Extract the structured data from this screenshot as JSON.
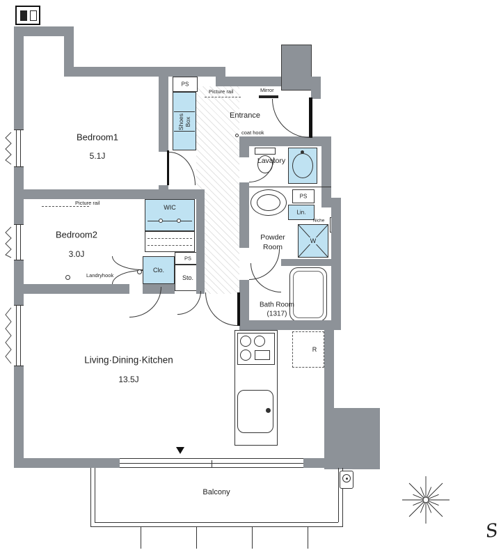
{
  "colors": {
    "wall_gray": "#8d9298",
    "fixture_cyan": "#bfe2f2",
    "line": "#333333"
  },
  "unit": {
    "bedroom1": {
      "name": "Bedroom1",
      "size": "5.1J"
    },
    "bedroom2": {
      "name": "Bedroom2",
      "size": "3.0J"
    },
    "ldk": {
      "name": "Living·Dining·Kitchen",
      "size": "13.5J"
    },
    "entrance": "Entrance",
    "lavatory": "Lavatory",
    "powder_room": {
      "line1": "Powder",
      "line2": "Room"
    },
    "bath_room": {
      "name": "Bath Room",
      "size": "(1317)"
    },
    "balcony": "Balcony",
    "wic": "WIC",
    "closet": "Clo.",
    "storage": "Sto.",
    "shoes_box": {
      "line1": "Shoes",
      "line2": "Box"
    },
    "linen": "Lin.",
    "washer": "W",
    "refrigerator": "R",
    "niche": "Niche",
    "pipe_space": "PS"
  },
  "annotations": {
    "picture_rail": "Picture rail",
    "mirror": "Mirror",
    "coat_hook": "coat hook",
    "laundry_hook": "Landryhook",
    "direction_s": "S",
    "opening_marker": "▼"
  }
}
